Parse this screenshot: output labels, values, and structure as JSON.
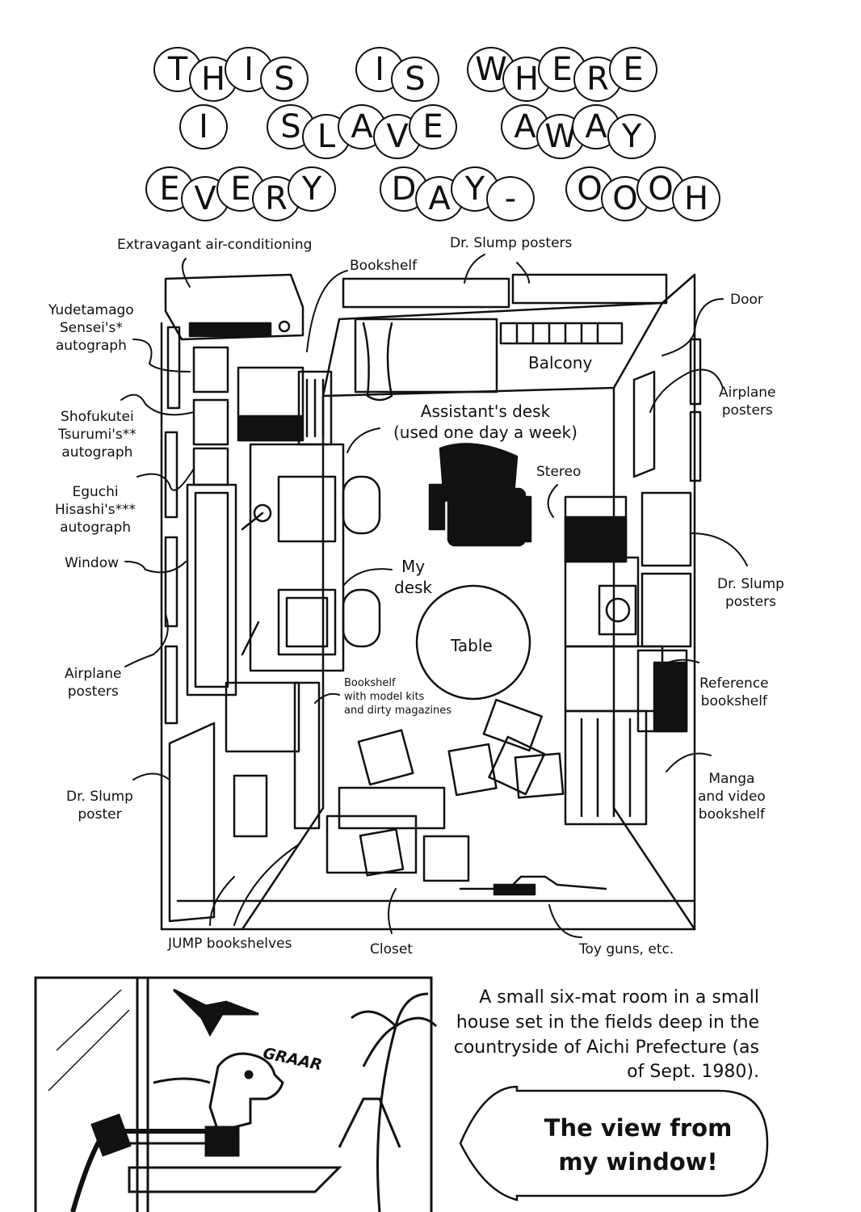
{
  "title": {
    "line1": [
      "THIS",
      "IS",
      "WHERE"
    ],
    "line2": [
      "I",
      "SLAVE",
      "AWAY"
    ],
    "line3": [
      "EVERY",
      "DAY-",
      "OOOH"
    ]
  },
  "labels": {
    "aircon": "Extravagant air-conditioning",
    "bookshelf_top": "Bookshelf",
    "drslump_top": "Dr. Slump posters",
    "door": "Door",
    "yudetamago": "Yudetamago\nSensei's*\nautograph",
    "shofukutei": "Shofukutei\nTsurumi's**\nautograph",
    "eguchi": "Eguchi\nHisashi's***\nautograph",
    "window": "Window",
    "airplane_left": "Airplane\nposters",
    "drslump_left": "Dr. Slump\nposter",
    "airplane_right": "Airplane\nposters",
    "assistant_desk": "Assistant's desk\n(used one day a week)",
    "balcony": "Balcony",
    "stereo": "Stereo",
    "my_desk": "My\ndesk",
    "table": "Table",
    "drslump_right": "Dr. Slump\nposters",
    "reference": "Reference\nbookshelf",
    "bookshelf_kits": "Bookshelf\nwith model kits\nand dirty magazines",
    "manga": "Manga\nand video\nbookshelf",
    "jump": "JUMP bookshelves",
    "closet": "Closet",
    "toys": "Toy guns, etc."
  },
  "panel": {
    "sfx": "GRAAR"
  },
  "caption": "A small six-mat room in a small house set in the fields deep in the countryside of Aichi Prefecture (as of Sept. 1980).",
  "arrow_text": "The view from\nmy window!"
}
